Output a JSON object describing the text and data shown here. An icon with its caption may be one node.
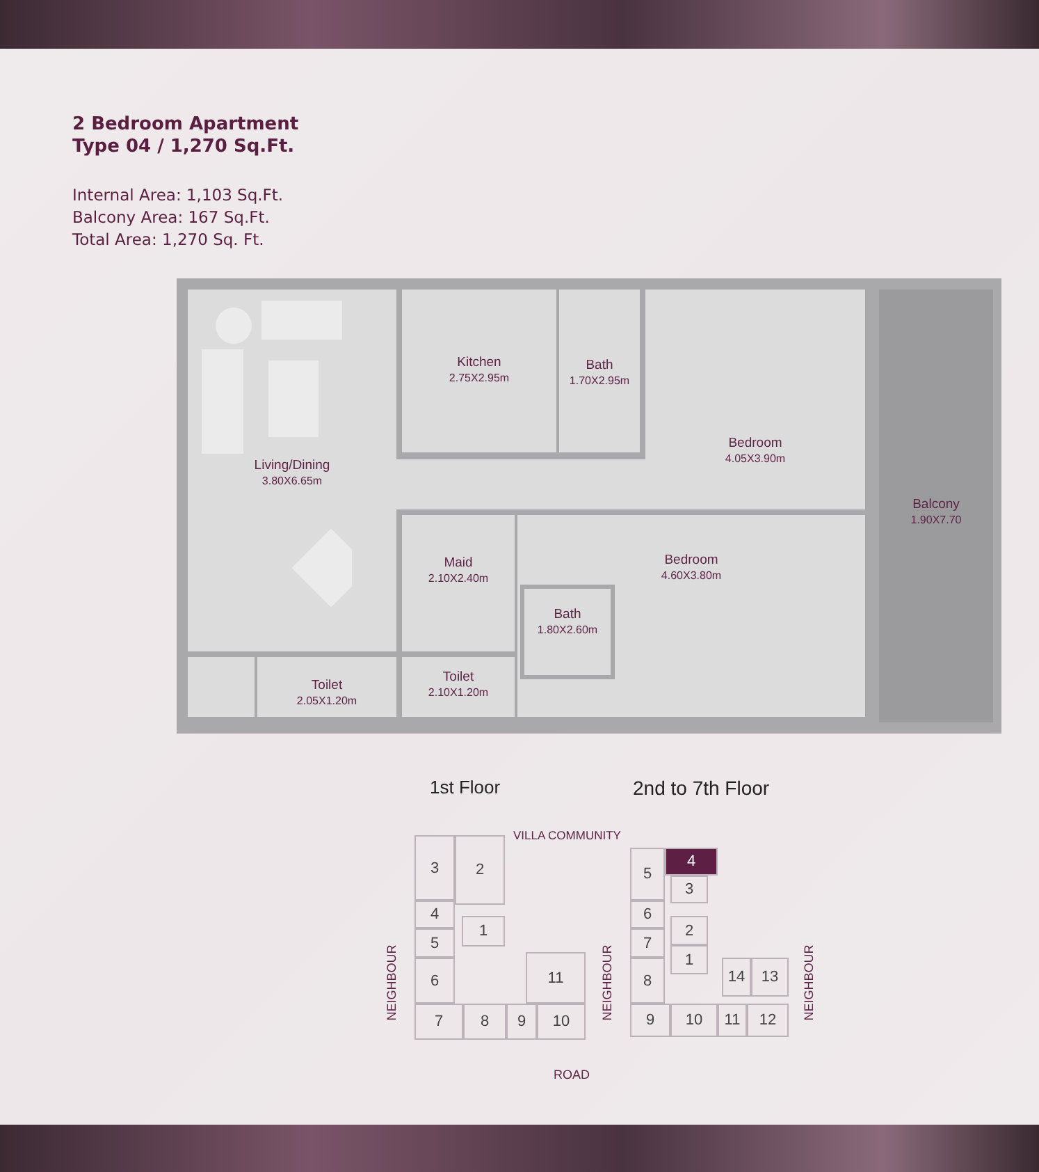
{
  "diagram": {
    "title": "2 Bedroom Apartment Type 04 / 1,270 Sq.Ft.",
    "nodes": [
      {
        "text": [
          "Kitchen",
          "2.75X2.95m"
        ]
      },
      {
        "text": [
          "Bath",
          "1.70X2.95m"
        ]
      },
      {
        "text": [
          "Bedroom",
          "4.05X3.90m"
        ]
      },
      {
        "text": [
          "Living/Dining",
          "3.80X6.65m"
        ]
      },
      {
        "text": [
          "Balcony",
          "1.90X7.70"
        ]
      },
      {
        "text": [
          "Maid",
          "2.10X2.40m"
        ]
      },
      {
        "text": [
          "Bedroom",
          "4.60X3.80m"
        ]
      },
      {
        "text": [
          "Bath",
          "1.80X2.60m"
        ],
        "in": 6
      },
      {
        "text": [
          "Toilet",
          "2.05X1.20m"
        ]
      },
      {
        "text": [
          "Toilet",
          "2.10X1.20m"
        ]
      },
      {
        "text": [
          "3"
        ]
      },
      {
        "text": [
          "2"
        ]
      },
      {
        "text": [
          "4"
        ]
      },
      {
        "text": [
          "1"
        ]
      },
      {
        "text": [
          "5"
        ]
      },
      {
        "text": [
          "6"
        ]
      },
      {
        "text": [
          "11"
        ]
      },
      {
        "text": [
          "7"
        ]
      },
      {
        "text": [
          "8"
        ]
      },
      {
        "text": [
          "9"
        ]
      },
      {
        "text": [
          "10"
        ]
      },
      {
        "text": [
          "5"
        ]
      },
      {
        "text": [
          "4"
        ]
      },
      {
        "text": [
          "3"
        ]
      },
      {
        "text": [
          "6"
        ]
      },
      {
        "text": [
          "2"
        ]
      },
      {
        "text": [
          "7"
        ]
      },
      {
        "text": [
          "1"
        ]
      },
      {
        "text": [
          "8"
        ]
      },
      {
        "text": [
          "14"
        ]
      },
      {
        "text": [
          "13"
        ]
      },
      {
        "text": [
          "9"
        ]
      },
      {
        "text": [
          "10"
        ]
      },
      {
        "text": [
          "11"
        ]
      },
      {
        "text": [
          "12"
        ]
      }
    ],
    "labels": [
      "Internal Area: 1,103 Sq.Ft.",
      "Balcony Area: 167 Sq.Ft.",
      "Total Area: 1,270 Sq. Ft.",
      "1st Floor",
      "2nd to 7th Floor",
      "VILLA COMMUNITY",
      "NEIGHBOUR",
      "NEIGHBOUR",
      "NEIGHBOUR",
      "ROAD"
    ]
  }
}
